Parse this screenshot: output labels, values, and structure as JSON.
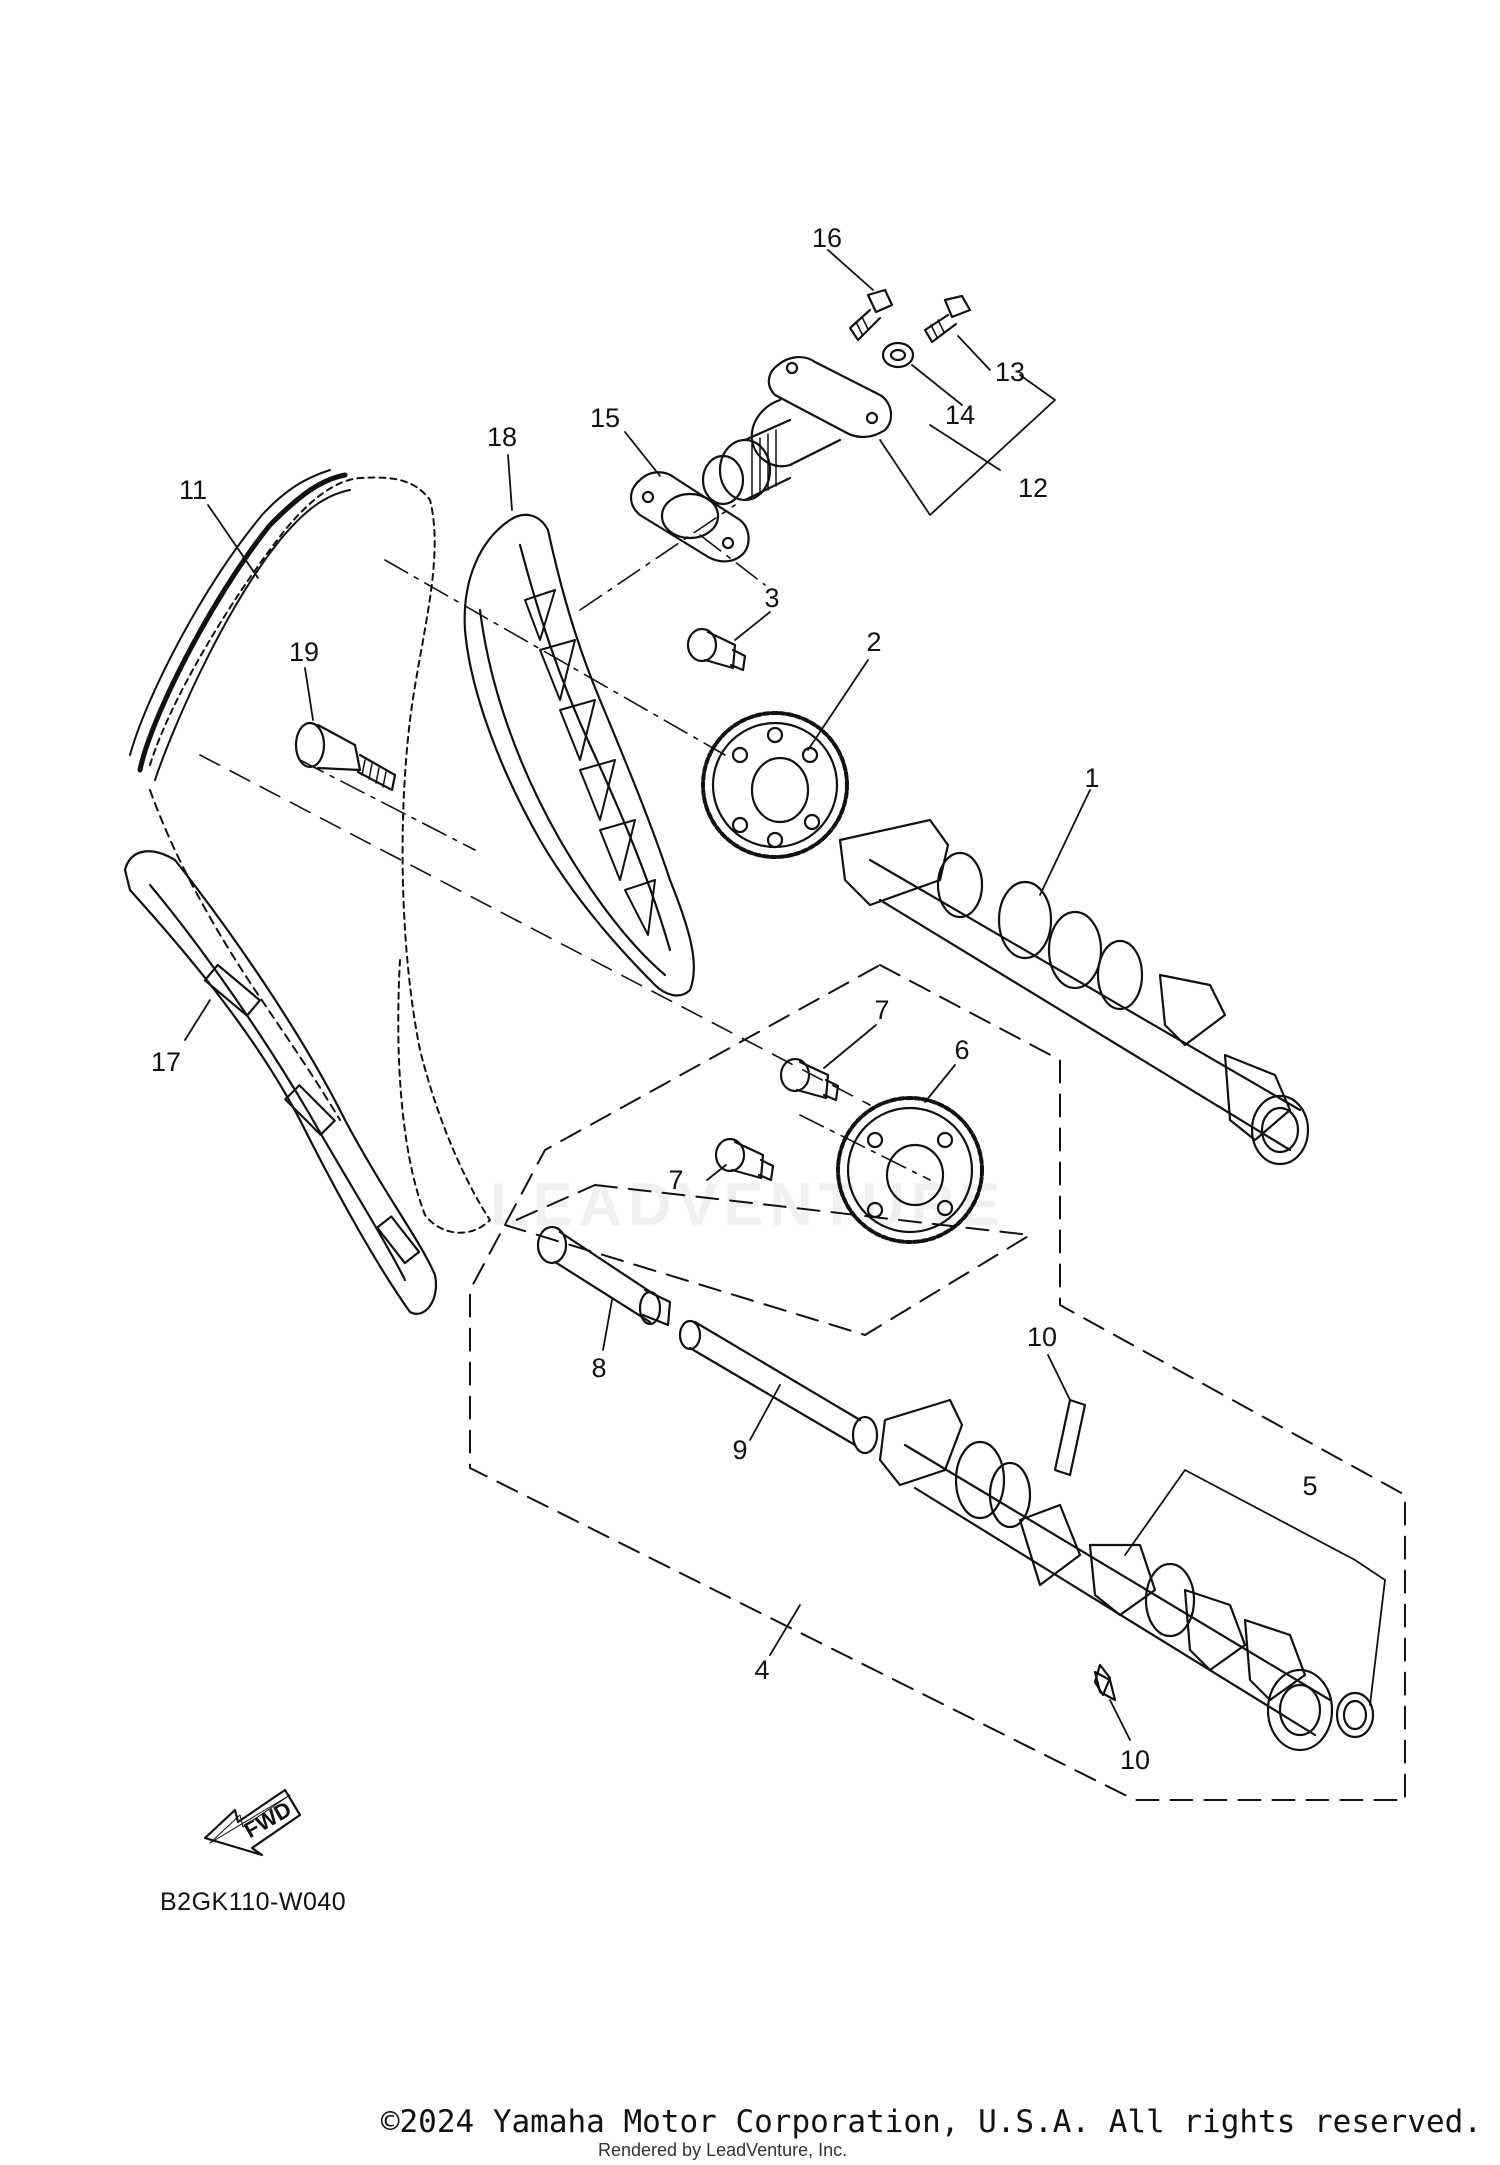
{
  "diagram": {
    "callouts": [
      {
        "id": "1",
        "label": "1"
      },
      {
        "id": "2",
        "label": "2"
      },
      {
        "id": "3",
        "label": "3"
      },
      {
        "id": "4",
        "label": "4"
      },
      {
        "id": "5",
        "label": "5"
      },
      {
        "id": "6",
        "label": "6"
      },
      {
        "id": "7a",
        "label": "7"
      },
      {
        "id": "7b",
        "label": "7"
      },
      {
        "id": "8",
        "label": "8"
      },
      {
        "id": "9",
        "label": "9"
      },
      {
        "id": "10a",
        "label": "10"
      },
      {
        "id": "10b",
        "label": "10"
      },
      {
        "id": "11",
        "label": "11"
      },
      {
        "id": "12",
        "label": "12"
      },
      {
        "id": "13",
        "label": "13"
      },
      {
        "id": "14",
        "label": "14"
      },
      {
        "id": "15",
        "label": "15"
      },
      {
        "id": "16",
        "label": "16"
      },
      {
        "id": "17",
        "label": "17"
      },
      {
        "id": "18",
        "label": "18"
      },
      {
        "id": "19",
        "label": "19"
      }
    ],
    "fwd_label": "FWD",
    "code": "B2GK110-W040",
    "watermark": "LEADVENTURE"
  },
  "footer": {
    "copyright": "©2024 Yamaha Motor Corporation, U.S.A. All rights reserved.",
    "rendered_by": "Rendered by LeadVenture, Inc."
  },
  "colors": {
    "line": "#111111",
    "background": "#ffffff"
  }
}
